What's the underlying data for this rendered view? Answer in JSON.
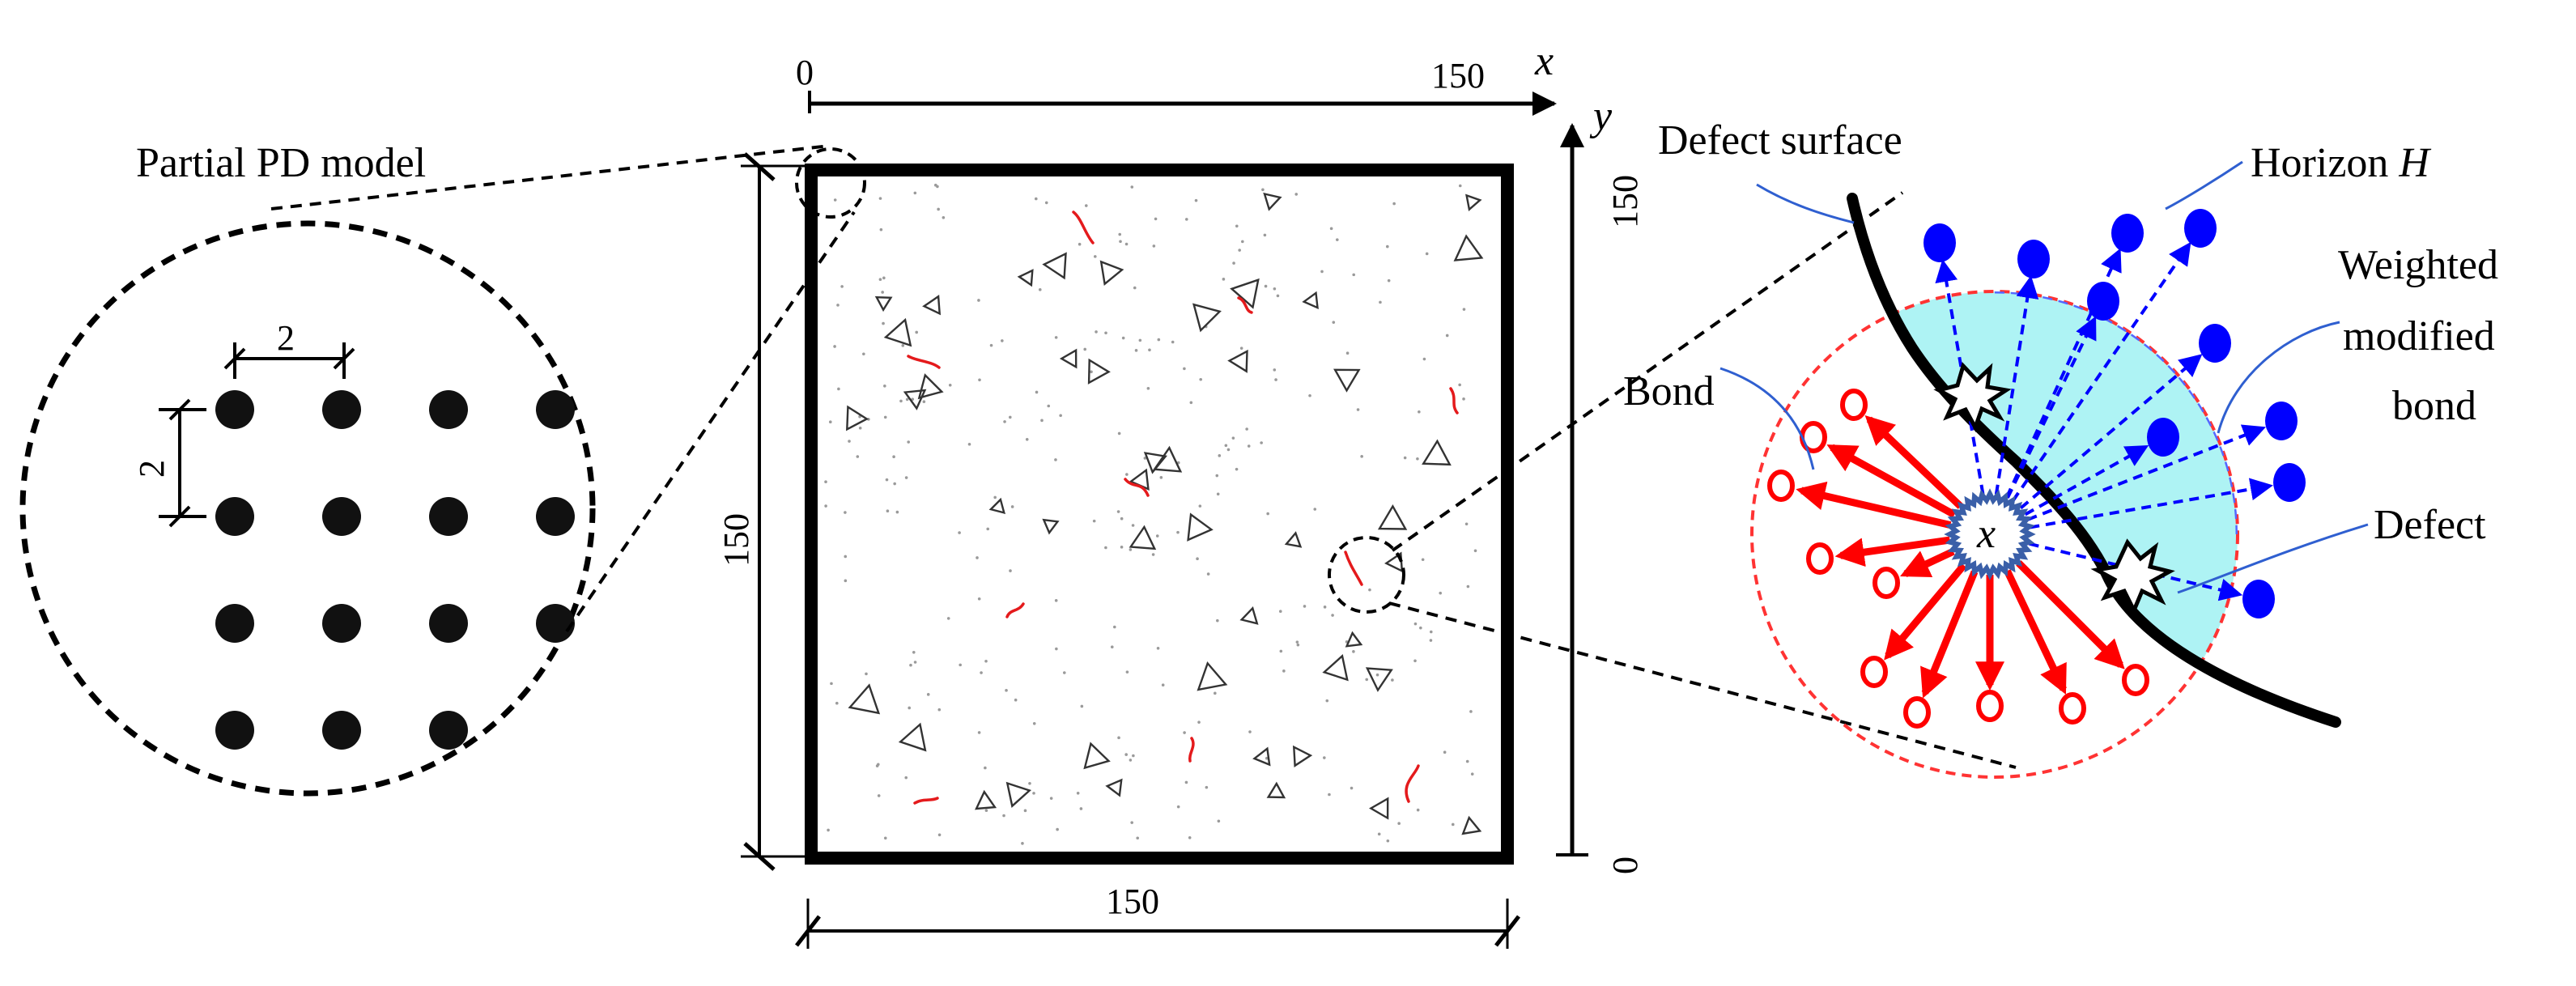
{
  "left_panel": {
    "title": "Partial PD model",
    "spacing_horizontal": "2",
    "spacing_vertical": "2",
    "grid": {
      "rows": 4,
      "cols": 4
    }
  },
  "center_panel": {
    "x_axis": {
      "label": "x",
      "start": "0",
      "end": "150"
    },
    "y_axis": {
      "label": "y",
      "start": "0",
      "end": "150"
    },
    "width_dimension": "150",
    "height_dimension": "150"
  },
  "right_panel": {
    "defect_surface_label": "Defect surface",
    "horizon_label_text": "Horizon ",
    "horizon_symbol": "H",
    "weighted_label_line1": "Weighted",
    "weighted_label_line2": "modified",
    "weighted_label_line3": "bond",
    "bond_label": "Bond",
    "defect_label": "Defect",
    "center_point_label": "x"
  },
  "colors": {
    "bond": "#ff0000",
    "weighted_bond": "#0000ff",
    "horizon_fill": "#aef3f4",
    "horizon_edge": "#ff3333",
    "defect_marker": "#3a5fa8",
    "leader_line": "#2f5fd0",
    "crack": "#e41a1c"
  }
}
